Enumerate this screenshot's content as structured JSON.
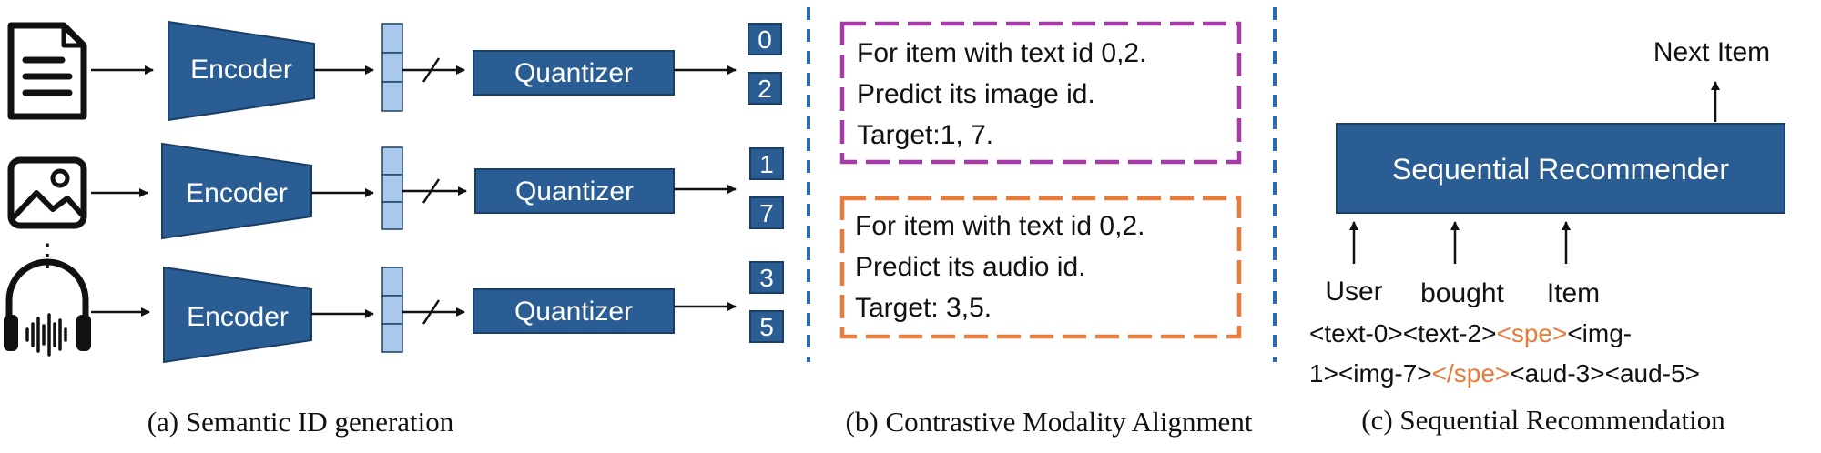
{
  "colors": {
    "block": "#2a5d93",
    "block_stroke": "#1a3f66",
    "token_cell": "#a9c8ea",
    "divider": "#2b6cb0",
    "purple": "#a63aa6",
    "orange": "#e87b3a",
    "text": "#111111"
  },
  "panel_a": {
    "caption": "(a) Semantic ID generation",
    "rows": [
      {
        "icon": "document-icon",
        "encoder": "Encoder",
        "quantizer": "Quantizer",
        "ids": [
          "0",
          "2"
        ]
      },
      {
        "icon": "image-icon",
        "encoder": "Encoder",
        "quantizer": "Quantizer",
        "ids": [
          "1",
          "7"
        ]
      },
      {
        "icon": "headphones-audio-icon",
        "encoder": "Encoder",
        "quantizer": "Quantizer",
        "ids": [
          "3",
          "5"
        ]
      }
    ],
    "ellipsis": "⋮"
  },
  "panel_b": {
    "caption": "(b) Contrastive Modality Alignment",
    "prompts": [
      {
        "lines": [
          "For item with text id 0,2.",
          "Predict its image id.",
          "Target:1, 7."
        ],
        "color": "purple"
      },
      {
        "lines": [
          "For item with text id 0,2.",
          "Predict its audio id.",
          "Target: 3,5."
        ],
        "color": "orange"
      }
    ]
  },
  "panel_c": {
    "caption": "(c) Sequential Recommendation",
    "model": "Sequential Recommender",
    "output": "Next Item",
    "inputs": [
      "User",
      "bought",
      "Item"
    ],
    "sequence_line1": [
      {
        "text": "<text-0><text-2>",
        "highlight": false
      },
      {
        "text": "<spe>",
        "highlight": true
      },
      {
        "text": "<img-",
        "highlight": false
      }
    ],
    "sequence_line2": [
      {
        "text": "1><img-7>",
        "highlight": false
      },
      {
        "text": "</spe>",
        "highlight": true
      },
      {
        "text": "<aud-3><aud-5>",
        "highlight": false
      }
    ]
  }
}
